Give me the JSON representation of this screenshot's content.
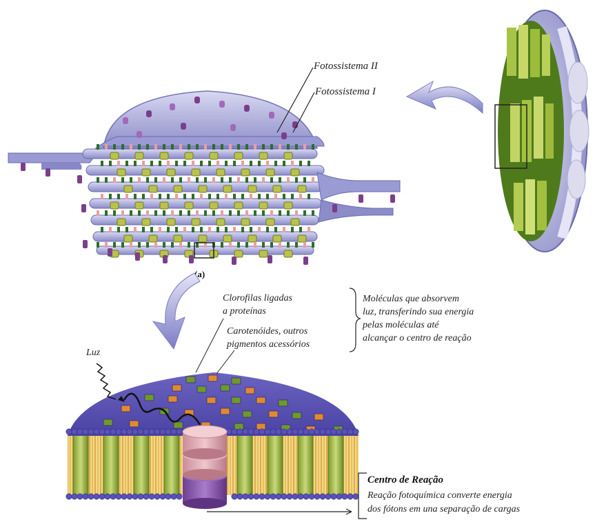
{
  "labels": {
    "fotossistema_2": "Fotossistema II",
    "fotossistema_1": "Fotossistema I",
    "panel_a": "(a)",
    "clorofilas_line1": "Clorofilas ligadas",
    "clorofilas_line2": "a proteínas",
    "carotenoides_line1": "Carotenóides, outros",
    "carotenoides_line2": "pigmentos acessórios",
    "absorb_line1": "Moléculas que absorvem",
    "absorb_line2": "luz, transferindo sua energia",
    "absorb_line3": "pelas moléculas até",
    "absorb_line4": "alcançar o centro de reação",
    "luz": "Luz",
    "centro_title": "Centro de Reação",
    "centro_line1": "Reação fotoquímica  converte energia",
    "centro_line2": "dos fótons em una separação de cargas"
  },
  "colors": {
    "membrane": "#a9a9dc",
    "membrane_dark": "#6e6eb4",
    "chloroplast_green": "#6f9a2a",
    "protein_purple": "#7a3f8a",
    "pigment_orange": "#e08a30",
    "lipid_yellow": "#e8b84a",
    "helix_green": "#a6bd4a",
    "reaction_center_pink": "#d9a4ae",
    "reaction_center_purple": "#8a5aa8"
  }
}
